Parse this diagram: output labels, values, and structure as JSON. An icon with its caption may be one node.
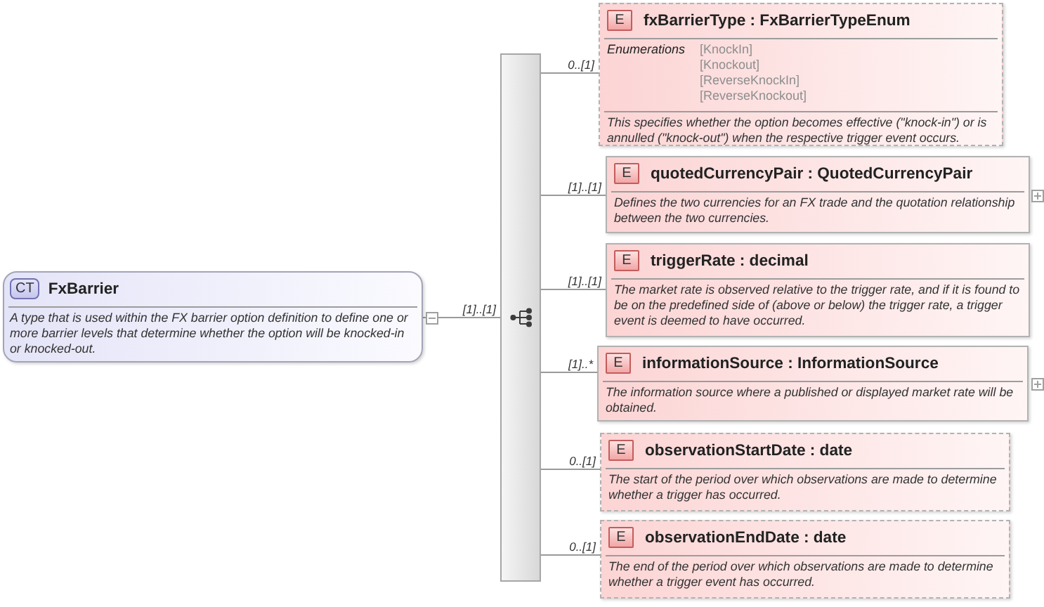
{
  "diagram": {
    "nodes": [
      {
        "text": [
          "CT",
          "FxBarrier",
          "A type that is used within the FX barrier option definition to define one or more barrier levels that determine whether the option will be knocked-in or knocked-out."
        ]
      },
      {
        "text": [],
        "shape": "bar"
      },
      {
        "text": [
          "E",
          "fxBarrierType : FxBarrierTypeEnum",
          "Enumerations",
          "[KnockIn]",
          "[Knockout]",
          "[ReverseKnockIn]",
          "[ReverseKnockout]",
          "This specifies whether the option becomes effective (\"knock-in\") or is annulled (\"knock-out\") when the respective trigger event occurs."
        ]
      },
      {
        "text": [
          "E",
          "quotedCurrencyPair : QuotedCurrencyPair",
          "Defines the two currencies for an FX trade and the quotation relationship between the two currencies."
        ]
      },
      {
        "text": [
          "E",
          "triggerRate : decimal",
          "The market rate is observed relative to the trigger rate, and if it is found to be on the predefined side of (above or below) the trigger rate, a trigger event is deemed to have occurred."
        ]
      },
      {
        "text": [
          "E",
          "informationSource : InformationSource",
          "The information source where a published or displayed market rate will be obtained."
        ]
      },
      {
        "text": [
          "E",
          "observationStartDate : date",
          "The start of the period over which observations are made to determine whether a trigger has occurred."
        ]
      },
      {
        "text": [
          "E",
          "observationEndDate : date",
          "The end of the period over which observations are made to determine whether a trigger event has occurred."
        ]
      }
    ],
    "edges": [
      {
        "from": 0,
        "to": 1,
        "arrow": "none",
        "label": "[1]..[1]"
      },
      {
        "from": 1,
        "to": 2,
        "arrow": "none",
        "label": "0..[1]"
      },
      {
        "from": 1,
        "to": 3,
        "arrow": "none",
        "label": "[1]..[1]"
      },
      {
        "from": 1,
        "to": 4,
        "arrow": "none",
        "label": "[1]..[1]"
      },
      {
        "from": 1,
        "to": 5,
        "arrow": "none",
        "label": "[1]..*"
      },
      {
        "from": 1,
        "to": 6,
        "arrow": "none",
        "label": "0..[1]"
      },
      {
        "from": 1,
        "to": 7,
        "arrow": "none",
        "label": "0..[1]"
      }
    ]
  }
}
